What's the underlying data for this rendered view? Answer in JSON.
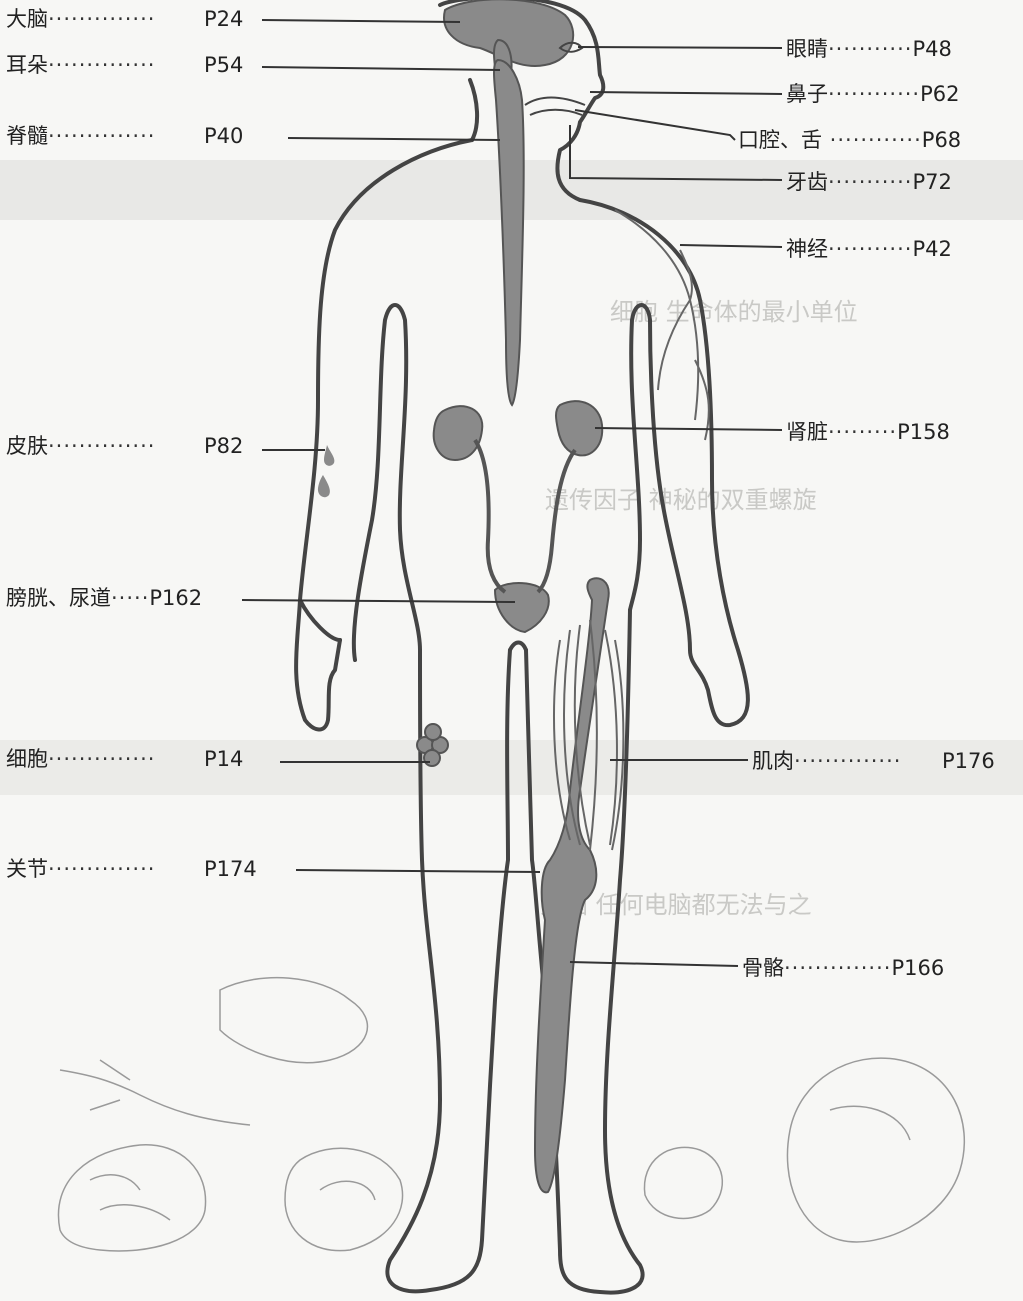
{
  "labels_left": [
    {
      "id": "brain",
      "name": "大脑",
      "page": "P24"
    },
    {
      "id": "ear",
      "name": "耳朵",
      "page": "P54"
    },
    {
      "id": "spinal-cord",
      "name": "脊髓",
      "page": "P40"
    },
    {
      "id": "skin",
      "name": "皮肤",
      "page": "P82"
    },
    {
      "id": "bladder",
      "name": "膀胱、尿道",
      "page": "P162"
    },
    {
      "id": "cell",
      "name": "细胞",
      "page": "P14"
    },
    {
      "id": "joint",
      "name": "关节",
      "page": "P174"
    }
  ],
  "labels_right": [
    {
      "id": "eye",
      "name": "眼睛",
      "page": "P48"
    },
    {
      "id": "nose",
      "name": "鼻子",
      "page": "P62"
    },
    {
      "id": "mouth",
      "name": "口腔、舌",
      "page": "P68"
    },
    {
      "id": "teeth",
      "name": "牙齿",
      "page": "P72"
    },
    {
      "id": "nerve",
      "name": "神经",
      "page": "P42"
    },
    {
      "id": "kidney",
      "name": "肾脏",
      "page": "P158"
    },
    {
      "id": "muscle",
      "name": "肌肉",
      "page": "P176"
    },
    {
      "id": "bone",
      "name": "骨骼",
      "page": "P166"
    }
  ],
  "background_text": [
    "细胞 生命体的最小单位",
    "遗传因子 神秘的双重螺旋",
    "大脑 任何电脑都无法与之"
  ],
  "colors": {
    "organ_fill": "#8a8a8a",
    "outline": "#444444",
    "leader": "#333333"
  }
}
